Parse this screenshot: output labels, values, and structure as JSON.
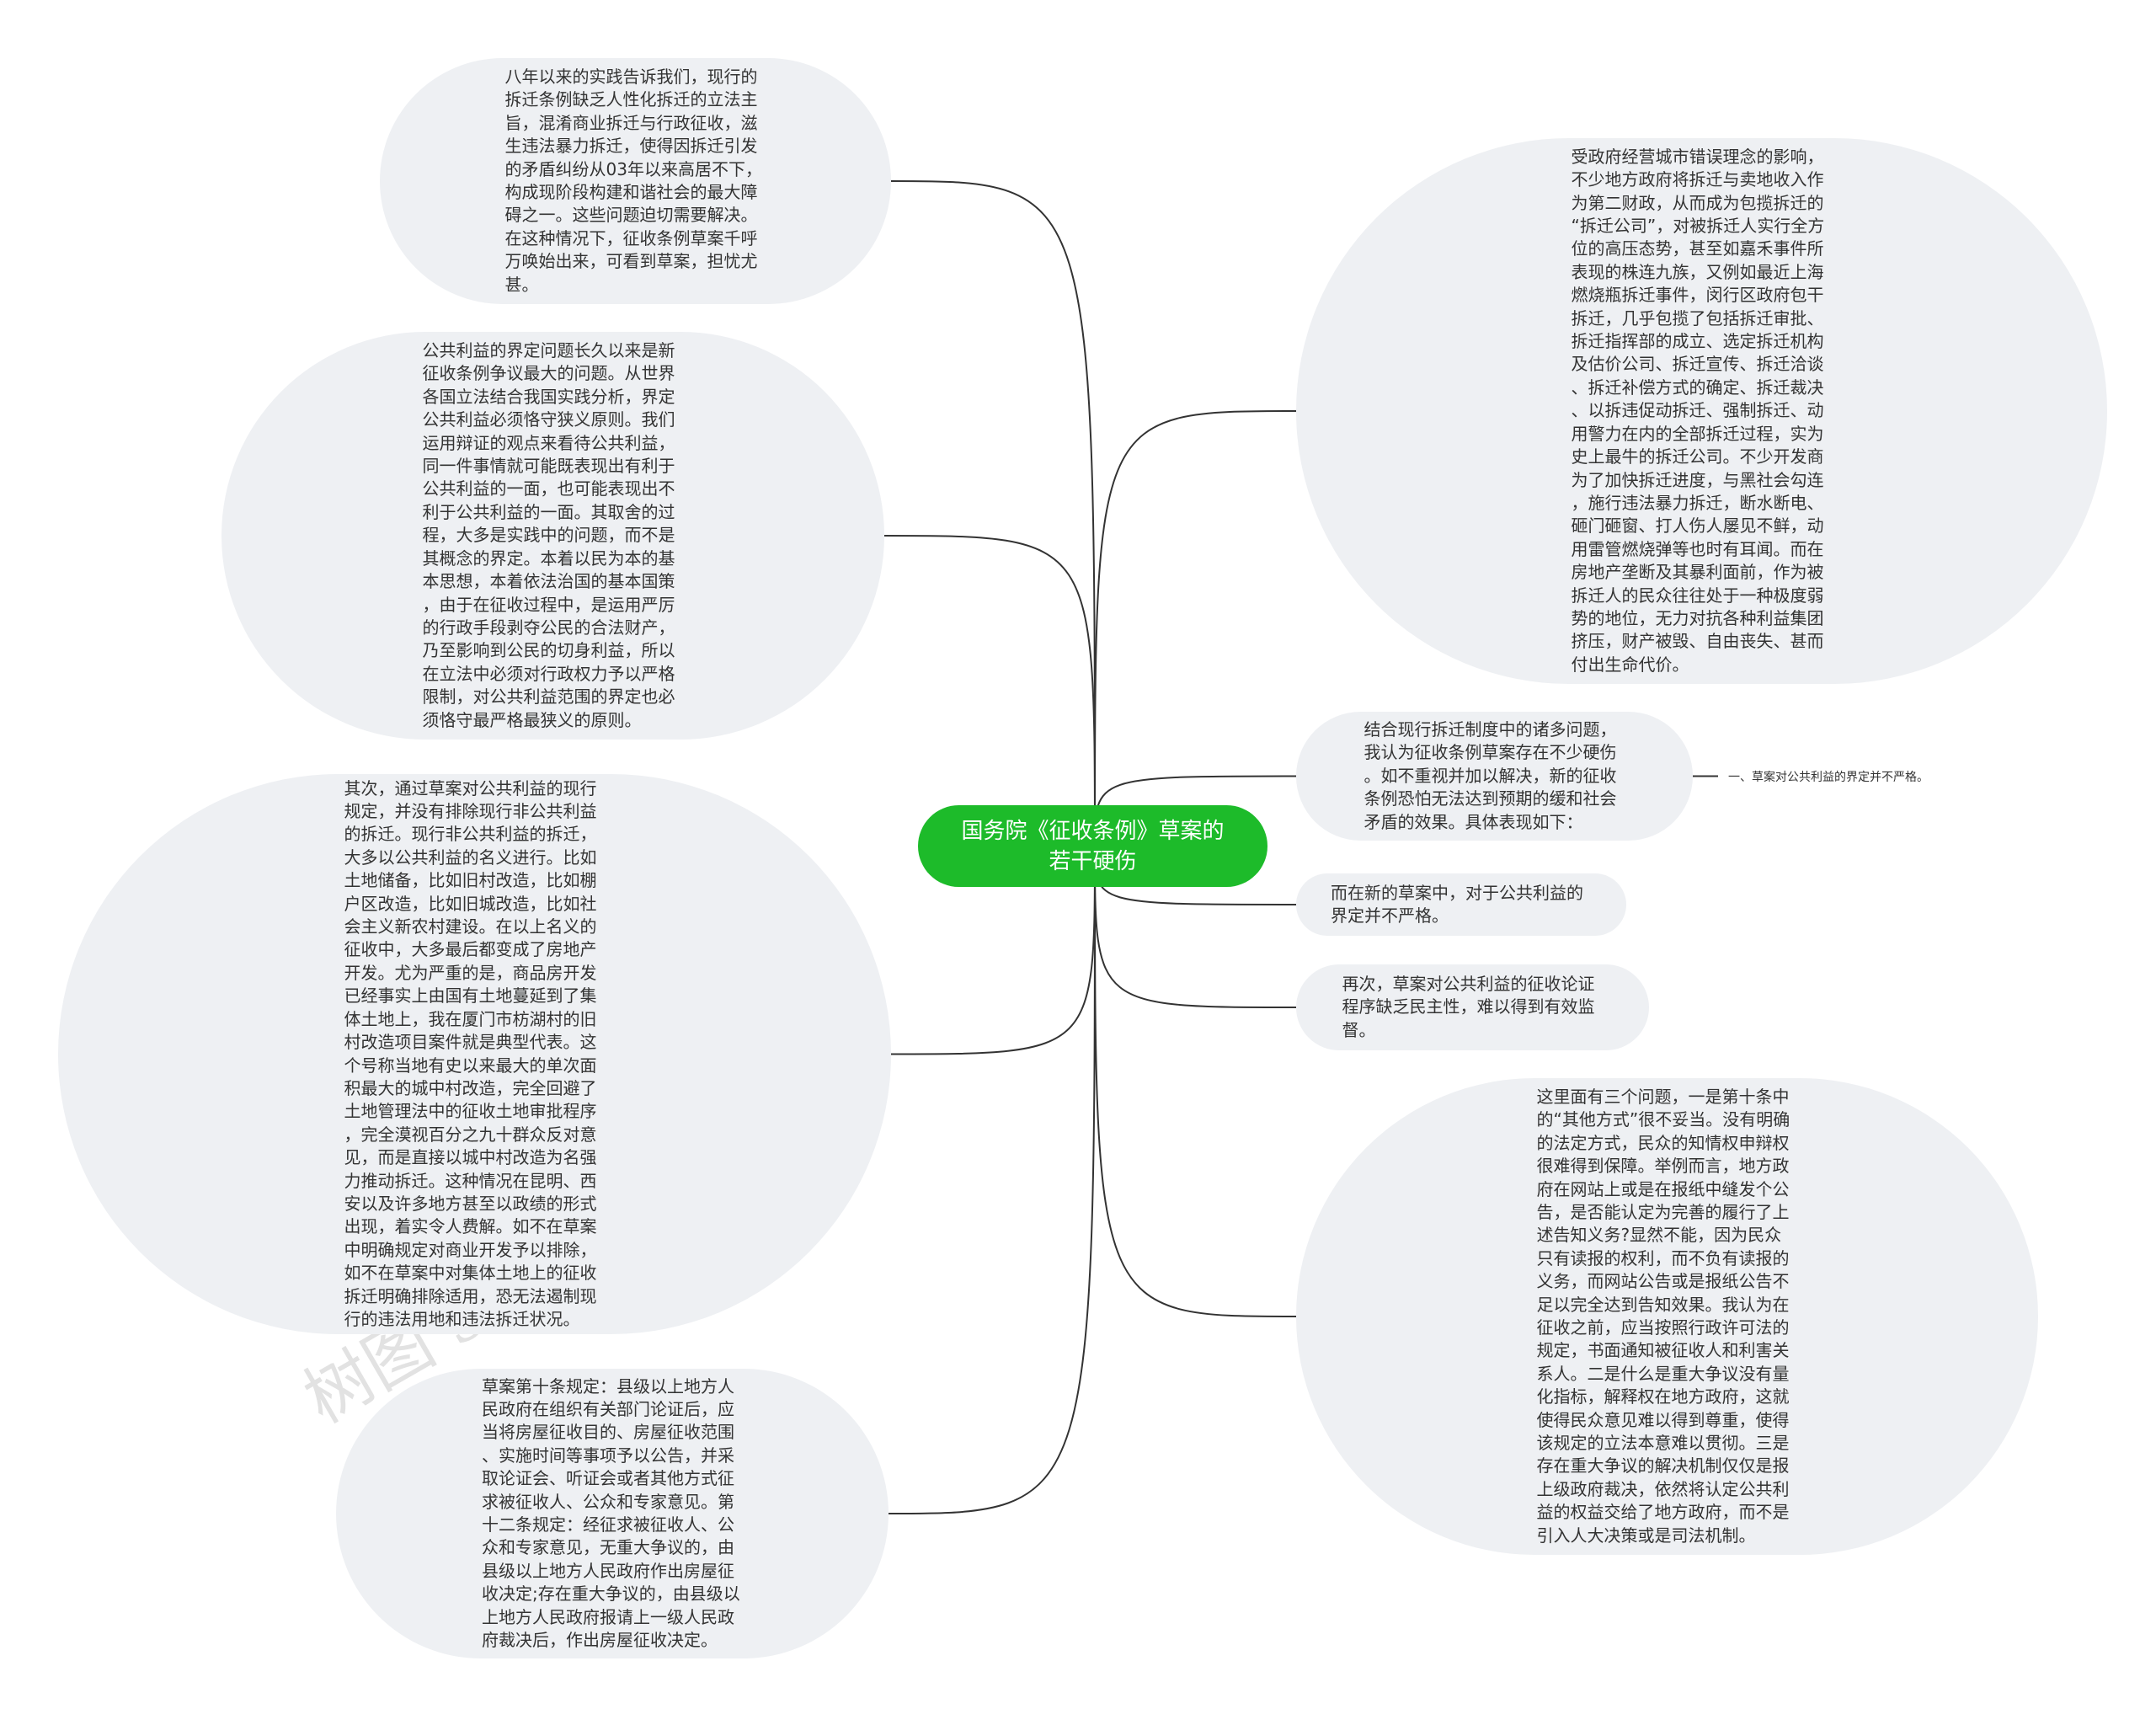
{
  "colors": {
    "center": "#1dbb2a",
    "node": "#eef0f3",
    "line": "#333333"
  },
  "center": {
    "title": "国务院《征收条例》草案的若干硬伤"
  },
  "left_nodes": [
    {
      "text": "八年以来的实践告诉我们，现行的拆迁条例缺乏人性化拆迁的立法主旨，混淆商业拆迁与行政征收，滋生违法暴力拆迁，使得因拆迁引发的矛盾纠纷从03年以来高居不下，构成现阶段构建和谐社会的最大障碍之一。这些问题迫切需要解决。在这种情况下，征收条例草案千呼万唤始出来，可看到草案，担忧尤甚。"
    },
    {
      "text": "公共利益的界定问题长久以来是新征收条例争议最大的问题。从世界各国立法结合我国实践分析，界定公共利益必须恪守狭义原则。我们运用辩证的观点来看待公共利益，同一件事情就可能既表现出有利于公共利益的一面，也可能表现出不利于公共利益的一面。其取舍的过程，大多是实践中的问题，而不是其概念的界定。本着以民为本的基本思想，本着依法治国的基本国策，由于在征收过程中，是运用严厉的行政手段剥夺公民的合法财产，乃至影响到公民的切身利益，所以在立法中必须对行政权力予以严格限制，对公共利益范围的界定也必须恪守最严格最狭义的原则。"
    },
    {
      "text": "其次，通过草案对公共利益的现行规定，并没有排除现行非公共利益的拆迁。现行非公共利益的拆迁，大多以公共利益的名义进行。比如土地储备，比如旧村改造，比如棚户区改造，比如旧城改造，比如社会主义新农村建设。在以上名义的征收中，大多最后都变成了房地产开发。尤为严重的是，商品房开发已经事实上由国有土地蔓延到了集体土地上，我在厦门市枋湖村的旧村改造项目案件就是典型代表。这个号称当地有史以来最大的单次面积最大的城中村改造，完全回避了土地管理法中的征收土地审批程序，完全漠视百分之九十群众反对意见，而是直接以城中村改造为名强力推动拆迁。这种情况在昆明、西安以及许多地方甚至以政绩的形式出现，着实令人费解。如不在草案中明确规定对商业开发予以排除，如不在草案中对集体土地上的征收拆迁明确排除适用，恐无法遏制现行的违法用地和违法拆迁状况。"
    },
    {
      "text": "草案第十条规定：县级以上地方人民政府在组织有关部门论证后，应当将房屋征收目的、房屋征收范围、实施时间等事项予以公告，并采取论证会、听证会或者其他方式征求被征收人、公众和专家意见。第十二条规定：经征求被征收人、公众和专家意见，无重大争议的，由县级以上地方人民政府作出房屋征收决定;存在重大争议的，由县级以上地方人民政府报请上一级人民政府裁决后，作出房屋征收决定。"
    }
  ],
  "right_nodes": [
    {
      "text": "受政府经营城市错误理念的影响，不少地方政府将拆迁与卖地收入作为第二财政，从而成为包揽拆迁的“拆迁公司”，对被拆迁人实行全方位的高压态势，甚至如嘉禾事件所表现的株连九族，又例如最近上海燃烧瓶拆迁事件，闵行区政府包干拆迁，几乎包揽了包括拆迁审批、拆迁指挥部的成立、选定拆迁机构及估价公司、拆迁宣传、拆迁洽谈、拆迁补偿方式的确定、拆迁裁决、以拆违促动拆迁、强制拆迁、动用警力在内的全部拆迁过程，实为史上最牛的拆迁公司。不少开发商为了加快拆迁进度，与黑社会勾连，施行违法暴力拆迁，断水断电、砸门砸窗、打人伤人屡见不鲜，动用雷管燃烧弹等也时有耳闻。而在房地产垄断及其暴利面前，作为被拆迁人的民众往往处于一种极度弱势的地位，无力对抗各种利益集团挤压，财产被毁、自由丧失、甚而付出生命代价。"
    },
    {
      "text": "结合现行拆迁制度中的诸多问题，我认为征收条例草案存在不少硬伤。如不重视并加以解决，新的征收条例恐怕无法达到预期的缓和社会矛盾的效果。具体表现如下：",
      "child": "一、草案对公共利益的界定并不严格。"
    },
    {
      "text": "而在新的草案中，对于公共利益的界定并不严格。"
    },
    {
      "text": "再次，草案对公共利益的征收论证程序缺乏民主性，难以得到有效监督。"
    },
    {
      "text": "这里面有三个问题，一是第十条中的“其他方式”很不妥当。没有明确的法定方式，民众的知情权申辩权很难得到保障。举例而言，地方政府在网站上或是在报纸中缝发个公告，是否能认定为完善的履行了上述告知义务?显然不能，因为民众只有读报的权利，而不负有读报的义务，而网站公告或是报纸公告不足以完全达到告知效果。我认为在征收之前，应当按照行政许可法的规定，书面通知被征收人和利害关系人。二是什么是重大争议没有量化指标，解释权在地方政府，这就使得民众意见难以得到尊重，使得该规定的立法本意难以贯彻。三是存在重大争议的解决机制仅仅是报上级政府裁决，依然将认定公共利益的权益交给了地方政府，而不是引入人大决策或是司法机制。"
    }
  ],
  "watermark": "树图 shutu.cn"
}
